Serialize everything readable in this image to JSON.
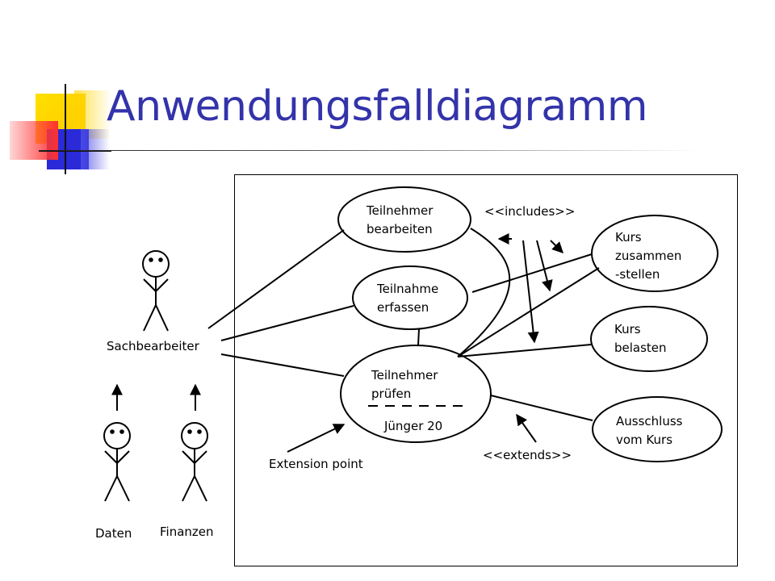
{
  "title": "Anwendungsfalldiagramm",
  "colors": {
    "title": "#3333aa",
    "accent_yellow": "#ffd400",
    "accent_blue": "#2a2ad8",
    "accent_red": "#ff3030"
  },
  "actors": {
    "sachbearbeiter": "Sachbearbeiter",
    "daten": "Daten",
    "finanzen": "Finanzen"
  },
  "use_cases": {
    "teilnehmer_bearbeiten": [
      "Teilnehmer",
      "bearbeiten"
    ],
    "teilnahme_erfassen": [
      "Teilnahme",
      "erfassen"
    ],
    "teilnehmer_pruefen": [
      "Teilnehmer",
      "prüfen"
    ],
    "extension_condition": "Jünger 20",
    "kurs_zusammenstellen": [
      "Kurs",
      "zusammen",
      "-stellen"
    ],
    "kurs_belasten": [
      "Kurs",
      "belasten"
    ],
    "ausschluss_vom_kurs": [
      "Ausschluss",
      "vom Kurs"
    ]
  },
  "annotations": {
    "includes": "<<includes>>",
    "extends": "<<extends>>",
    "extension_point": "Extension point"
  }
}
